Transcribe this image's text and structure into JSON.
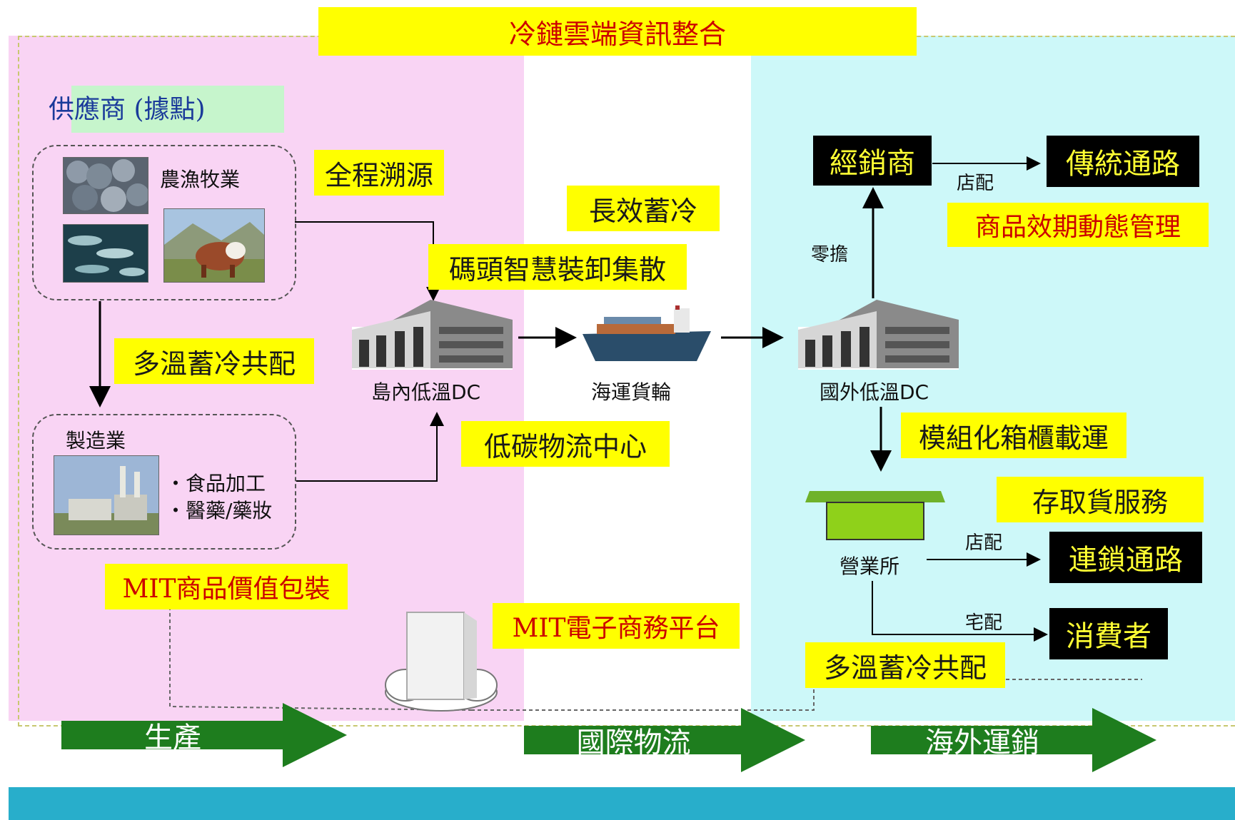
{
  "header": {
    "title": "冷鏈雲端資訊整合"
  },
  "supplier": {
    "title": "供應商 (據點)"
  },
  "agri": {
    "label": "農漁牧業"
  },
  "manufacturing": {
    "label": "製造業",
    "items": [
      "・食品加工",
      "・醫藥/藥妝"
    ]
  },
  "tags": {
    "trace": "全程溯源",
    "long_cold": "長效蓄冷",
    "smart_dock": "碼頭智慧裝卸集散",
    "multi_temp_1": "多溫蓄冷共配",
    "low_carbon": "低碳物流中心",
    "mit_pack": "MIT商品價值包裝",
    "mit_ecommerce": "MIT電子商務平台",
    "modular": "模組化箱櫃載運",
    "storage": "存取貨服務",
    "expiry": "商品效期動態管理",
    "multi_temp_2": "多溫蓄冷共配"
  },
  "nodes": {
    "domestic_dc": "島內低溫DC",
    "ship": "海運貨輪",
    "overseas_dc": "國外低溫DC",
    "office": "營業所"
  },
  "channels": {
    "distributor": "經銷商",
    "traditional": "傳統通路",
    "chain": "連鎖通路",
    "consumer": "消費者"
  },
  "edges": {
    "store_delivery_1": "店配",
    "store_delivery_2": "店配",
    "home_delivery": "宅配",
    "retail_pick": "零擔"
  },
  "phases": [
    "生產",
    "國際物流",
    "海外運銷"
  ],
  "colors": {
    "highlight": "#ffff00",
    "phase_arrow": "#1e7d1e",
    "bottom_bar": "#28aecb"
  }
}
